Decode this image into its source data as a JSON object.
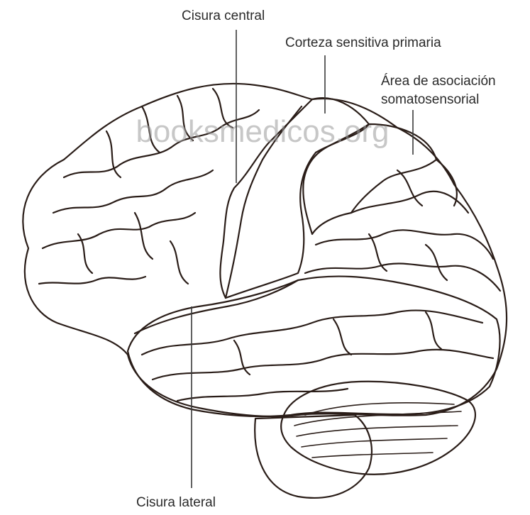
{
  "labels": {
    "central_sulcus": "Cisura central",
    "primary_sensory_cortex": "Corteza sensitiva primaria",
    "association_area_line1": "Área de asociación",
    "association_area_line2": "somatosensorial",
    "lateral_sulcus": "Cisura lateral"
  },
  "watermark": "booksmedicos.org",
  "colors": {
    "cortex": "#f4b797",
    "cortex_shade": "#e9a282",
    "primary_sensory": "#7ea6dc",
    "association": "#ec8fa9",
    "cerebellum": "#f0d6c4",
    "brainstem": "#f5e0d2",
    "outline": "#2a1d18"
  }
}
